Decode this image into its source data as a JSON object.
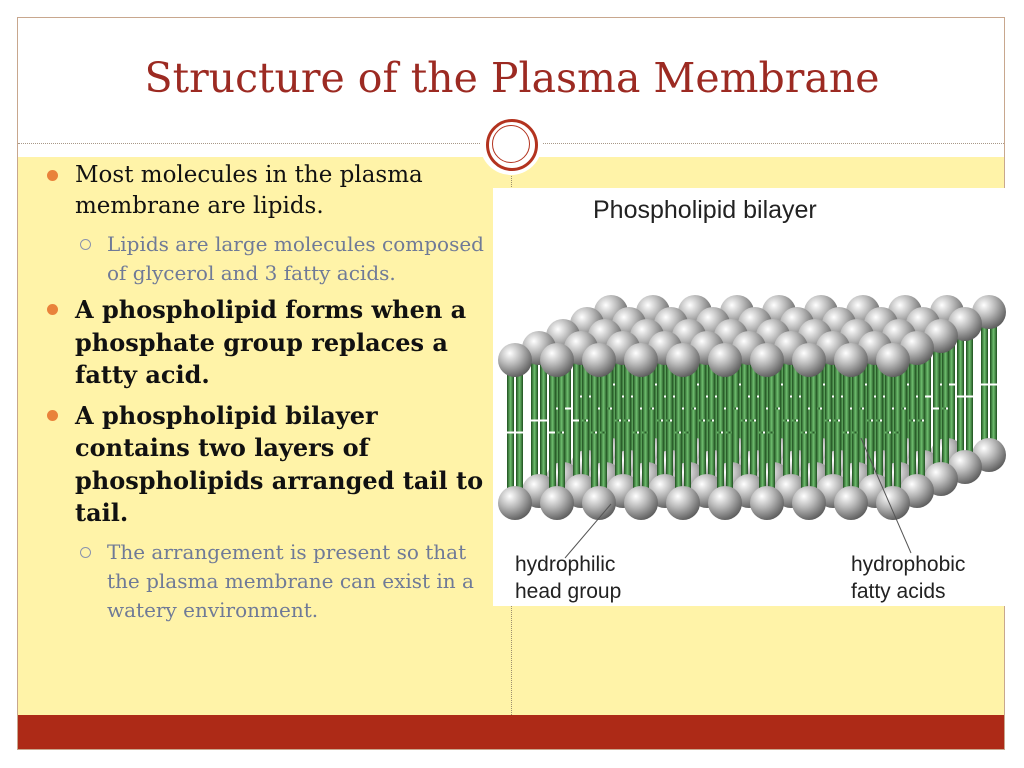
{
  "slide": {
    "title": "Structure of the Plasma Membrane",
    "colors": {
      "title": "#9c2a22",
      "content_bg": "#fff3a8",
      "footer": "#ad2a17",
      "bullet": "#e9823b",
      "sub_text": "#6f7a97"
    }
  },
  "bullets": [
    {
      "text": "Most molecules in the plasma membrane are lipids.",
      "bold": false,
      "sub": [
        "Lipids are large molecules composed of glycerol and 3 fatty acids."
      ]
    },
    {
      "text": "A phospholipid forms when a phosphate group replaces a fatty acid.",
      "bold": true,
      "sub": []
    },
    {
      "text": "A phospholipid bilayer contains two layers of phospholipids arranged tail to tail.",
      "bold": true,
      "sub": [
        "The arrangement is present so that the plasma membrane can exist in a watery environment."
      ]
    }
  ],
  "figure": {
    "title": "Phospholipid bilayer",
    "label_left_line1": "hydrophilic",
    "label_left_line2": "head group",
    "label_right_line1": "hydrophobic",
    "label_right_line2": "fatty acids",
    "colors": {
      "head": "#9a9a9a",
      "tail": "#3f8c3f"
    }
  }
}
